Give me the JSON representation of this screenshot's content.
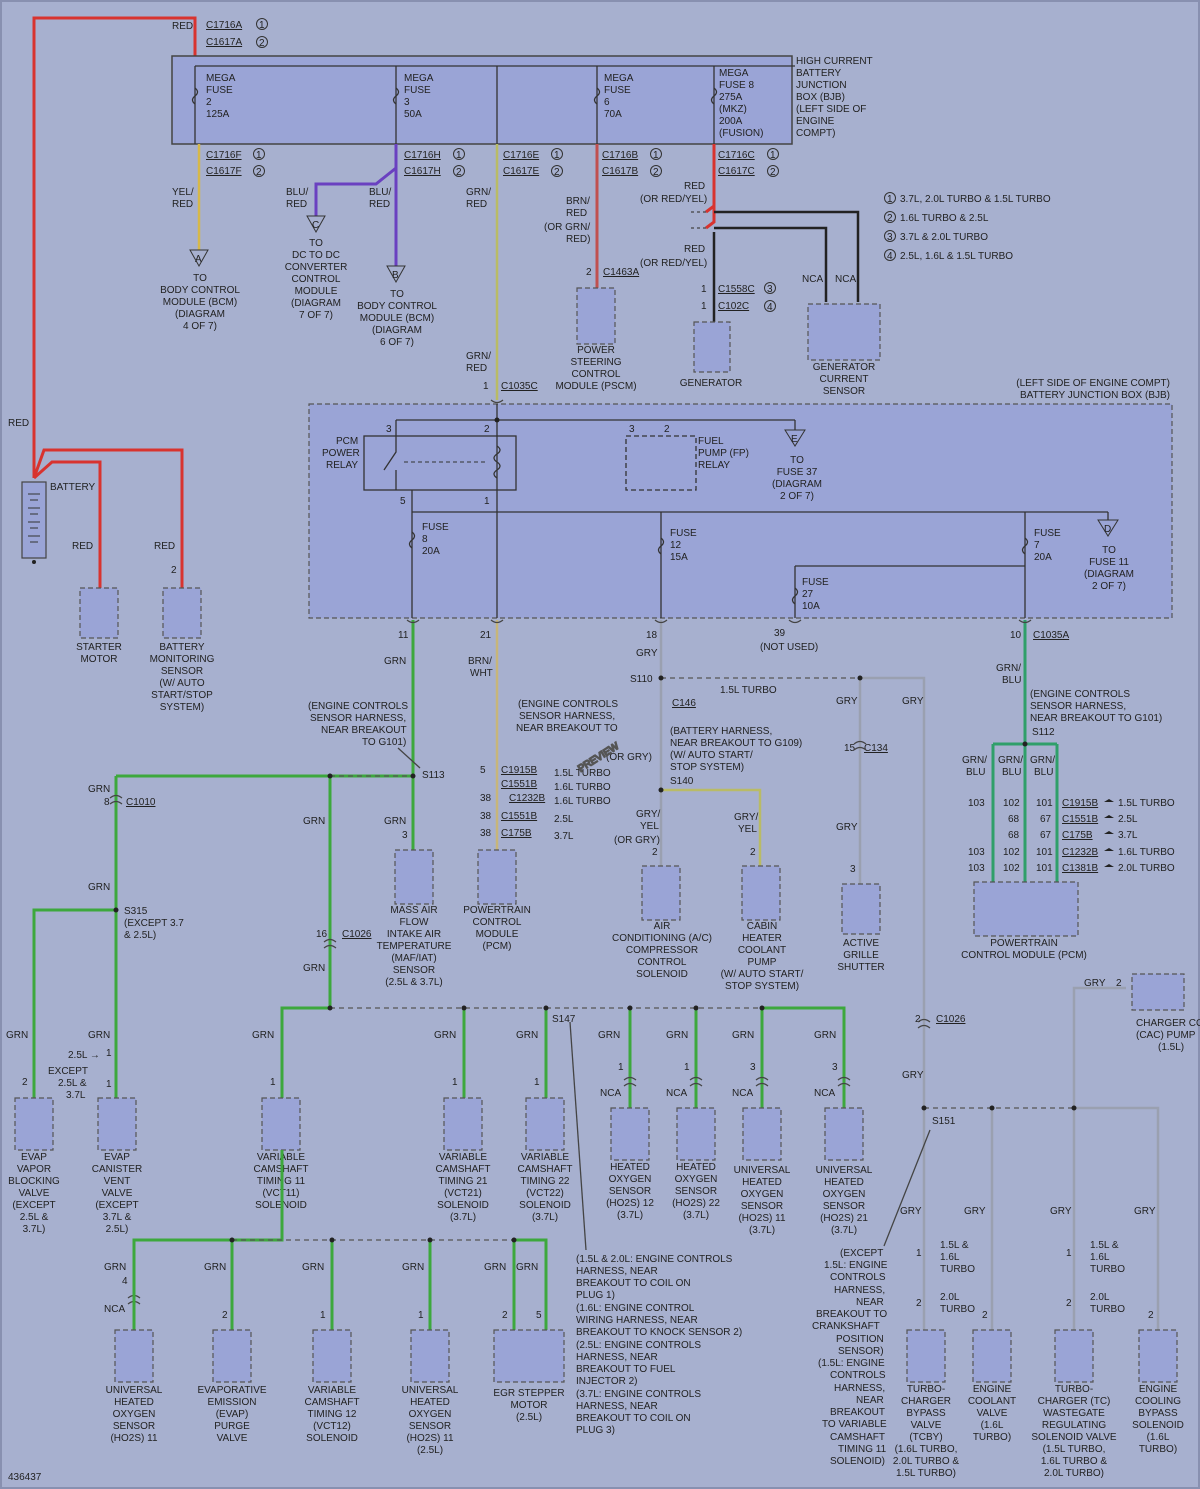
{
  "top": {
    "wire_red": "RED",
    "c1": "C1716A",
    "c2": "C1617A",
    "n1": "1",
    "n2": "2"
  },
  "bjb": {
    "title": [
      "HIGH CURRENT",
      "BATTERY",
      "JUNCTION",
      "BOX (BJB)",
      "(LEFT SIDE OF",
      "ENGINE",
      "COMPT)"
    ],
    "fuses": [
      {
        "lines": [
          "MEGA",
          "FUSE",
          "2",
          "125A"
        ],
        "c1": "C1716F",
        "c2": "C1617F",
        "wire": [
          "YEL/",
          "RED"
        ]
      },
      {
        "lines": [
          "MEGA",
          "FUSE",
          "3",
          "50A"
        ],
        "c1": "C1716H",
        "c2": "C1617H"
      },
      {
        "c1": "C1716E",
        "c2": "C1617E",
        "wire": [
          "GRN/",
          "RED"
        ]
      },
      {
        "lines": [
          "MEGA",
          "FUSE",
          "6",
          "70A"
        ],
        "c1": "C1716B",
        "c2": "C1617B"
      },
      {
        "lines": [
          "MEGA",
          "FUSE 8",
          "275A",
          "(MKZ)",
          "200A",
          "(FUSION)"
        ],
        "c1": "C1716C",
        "c2": "C1617C"
      }
    ]
  },
  "legend": [
    {
      "n": "1",
      "t": "3.7L, 2.0L TURBO & 1.5L TURBO"
    },
    {
      "n": "2",
      "t": "1.6L TURBO & 2.5L"
    },
    {
      "n": "3",
      "t": "3.7L & 2.0L TURBO"
    },
    {
      "n": "4",
      "t": "2.5L, 1.6L & 1.5L TURBO"
    }
  ],
  "upper": {
    "bcm4": [
      "TO",
      "BODY CONTROL",
      "MODULE (BCM)",
      "(DIAGRAM",
      "4 OF 7)"
    ],
    "dcdc": [
      "TO",
      "DC TO DC",
      "CONVERTER",
      "CONTROL",
      "MODULE",
      "(DIAGRAM",
      "7 OF 7)"
    ],
    "bcm6": [
      "TO",
      "BODY CONTROL",
      "MODULE (BCM)",
      "(DIAGRAM",
      "6 OF 7)"
    ],
    "blured1": [
      "BLU/",
      "RED"
    ],
    "blured2": [
      "BLU/",
      "RED"
    ],
    "flagA": "A",
    "flagB": "B",
    "flagC": "C",
    "pscm_wire": [
      "BRN/",
      "RED",
      "(OR GRN/",
      "RED)"
    ],
    "pscm_pin": "2",
    "pscm_c": "C1463A",
    "pscm": [
      "POWER",
      "STEERING",
      "CONTROL",
      "MODULE (PSCM)"
    ],
    "gen_wire1": [
      "RED",
      "(OR RED/YEL)"
    ],
    "gen_wire2": [
      "RED",
      "(OR RED/YEL)"
    ],
    "gen_pin1": "1",
    "gen_pin2": "1",
    "gen_c1": "C1558C",
    "gen_c2": "C102C",
    "gen_n1": "3",
    "gen_n2": "4",
    "generator": "GENERATOR",
    "nca1": "NCA",
    "nca2": "NCA",
    "gcs": [
      "GENERATOR",
      "CURRENT",
      "SENSOR"
    ],
    "grnred2": [
      "GRN/",
      "RED"
    ],
    "c1035_pin": "1",
    "c1035": "C1035C"
  },
  "ebjb": {
    "title": [
      "(LEFT SIDE OF ENGINE COMPT)",
      "BATTERY JUNCTION BOX (BJB)"
    ],
    "pcm_relay": [
      "PCM",
      "POWER",
      "RELAY"
    ],
    "fp_relay": [
      "FUEL",
      "PUMP (FP)",
      "RELAY"
    ],
    "flagE": "E",
    "toE": [
      "TO",
      "FUSE 37",
      "(DIAGRAM",
      "2 OF 7)"
    ],
    "flagD": "D",
    "toD": [
      "TO",
      "FUSE 11",
      "(DIAGRAM",
      "2 OF 7)"
    ],
    "f8": [
      "FUSE",
      "8",
      "20A"
    ],
    "f12": [
      "FUSE",
      "12",
      "15A"
    ],
    "f7": [
      "FUSE",
      "7",
      "20A"
    ],
    "f27": [
      "FUSE",
      "27",
      "10A"
    ],
    "pins": [
      "3",
      "2",
      "5",
      "1",
      "3",
      "2"
    ],
    "out_pins": [
      "11",
      "21",
      "18",
      "39",
      "10"
    ],
    "notused": "(NOT USED)",
    "c1035a": "C1035A"
  },
  "battery": {
    "label": "BATTERY",
    "red": "RED",
    "red2": "RED",
    "red3": "RED",
    "pin": "2",
    "starter": [
      "STARTER",
      "MOTOR"
    ],
    "bms": [
      "BATTERY",
      "MONITORING",
      "SENSOR",
      "(W/ AUTO",
      "START/STOP",
      "SYSTEM)"
    ]
  },
  "mid": {
    "grn": "GRN",
    "brnwht": [
      "BRN/",
      "WHT"
    ],
    "gry": "GRY",
    "harness1": [
      "(ENGINE CONTROLS",
      "SENSOR HARNESS,",
      "NEAR BREAKOUT",
      "TO G101)"
    ],
    "harness2": [
      "(ENGINE CONTROLS",
      "SENSOR HARNESS,",
      "NEAR BREAKOUT TO"
    ],
    "battharn": [
      "(BATTERY HARNESS,",
      "NEAR BREAKOUT TO G109)",
      "(W/ AUTO START/",
      "STOP SYSTEM)"
    ],
    "s110": "S110",
    "s113": "S113",
    "s140": "S140",
    "s112": "S112",
    "s315": "S315",
    "s147": "S147",
    "s151": "S151",
    "s315note": [
      "(EXCEPT 3.7",
      "& 2.5L)"
    ],
    "c1010": "C1010",
    "c1026": "C1026",
    "c134": "C134",
    "c146": "C146",
    "pcm_rows": [
      {
        "p": "5",
        "c": "C1915B",
        "n": "1.5L TURBO"
      },
      {
        "p": "",
        "c": "C1551B",
        "n": "1.6L TURBO"
      },
      {
        "p": "38",
        "c": "C1232B",
        "n": "1.6L TURBO"
      },
      {
        "p": "38",
        "c": "C1551B",
        "n": "2.5L"
      },
      {
        "p": "38",
        "c": "C175B",
        "n": "3.7L"
      }
    ],
    "turbo15": "1.5L TURBO",
    "orgry": "(OR GRY)",
    "mafpin": "3",
    "maf": [
      "MASS AIR",
      "FLOW",
      "INTAKE AIR",
      "TEMPERATURE",
      "(MAF/IAT)",
      "SENSOR",
      "(2.5L & 3.7L)"
    ],
    "pcm1": [
      "POWERTRAIN",
      "CONTROL",
      "MODULE",
      "(PCM)"
    ],
    "gryyel": [
      "GRY/",
      "YEL",
      "(OR GRY)"
    ],
    "gryyel2": [
      "GRY/",
      "YEL"
    ],
    "ac": [
      "AIR",
      "CONDITIONING (A/C)",
      "COMPRESSOR",
      "CONTROL",
      "SOLENOID"
    ],
    "chcp": [
      "CABIN",
      "HEATER",
      "COOLANT",
      "PUMP",
      "(W/ AUTO START/",
      "STOP SYSTEM)"
    ],
    "agspin": "3",
    "agspin2": "15",
    "ags": [
      "ACTIVE",
      "GRILLE",
      "SHUTTER"
    ],
    "pin2a": "2",
    "pin2b": "2",
    "pcm2_harn": [
      "(ENGINE CONTROLS",
      "SENSOR HARNESS,",
      "NEAR BREAKOUT TO G101)"
    ],
    "grnblu": [
      "GRN/",
      "BLU"
    ],
    "pcm2_rows": [
      {
        "a": "103",
        "b": "102",
        "c": "101",
        "con": "C1915B",
        "n": "1.5L TURBO"
      },
      {
        "a": "68",
        "b": "67",
        "c": "",
        "con": "C1551B",
        "n": "2.5L"
      },
      {
        "a": "68",
        "b": "67",
        "c": "",
        "con": "C175B",
        "n": "3.7L"
      },
      {
        "a": "103",
        "b": "102",
        "c": "101",
        "con": "C1232B",
        "n": "1.6L TURBO"
      },
      {
        "a": "103",
        "b": "102",
        "c": "101",
        "con": "C1381B",
        "n": "2.0L TURBO"
      }
    ],
    "pcm2": [
      "POWERTRAIN",
      "CONTROL MODULE (PCM)"
    ],
    "p8": "8",
    "p16": "16",
    "p1": "1",
    "p2": "2"
  },
  "lower1": [
    {
      "pin": "2",
      "lines": [
        "EVAP",
        "VAPOR",
        "BLOCKING",
        "VALVE",
        "(EXCEPT",
        "2.5L &",
        "3.7L)"
      ]
    },
    {
      "pin": "1",
      "lines": [
        "EVAP",
        "CANISTER",
        "VENT",
        "VALVE",
        "(EXCEPT",
        "3.7L &",
        "2.5L)"
      ],
      "note": [
        "2.5L →",
        "EXCEPT",
        "2.5L &",
        "3.7L"
      ]
    },
    {
      "pin": "1",
      "lines": [
        "VARIABLE",
        "CAMSHAFT",
        "TIMING 11",
        "(VCT11)",
        "SOLENOID"
      ]
    },
    {
      "pin": "1",
      "lines": [
        "VARIABLE",
        "CAMSHAFT",
        "TIMING 21",
        "(VCT21)",
        "SOLENOID",
        "(3.7L)"
      ]
    },
    {
      "pin": "1",
      "lines": [
        "VARIABLE",
        "CAMSHAFT",
        "TIMING 22",
        "(VCT22)",
        "SOLENOID",
        "(3.7L)"
      ]
    },
    {
      "pin": "1",
      "lines": [
        "HEATED",
        "OXYGEN",
        "SENSOR",
        "(HO2S) 12",
        "(3.7L)"
      ]
    },
    {
      "pin": "1",
      "lines": [
        "HEATED",
        "OXYGEN",
        "SENSOR",
        "(HO2S) 22",
        "(3.7L)"
      ]
    },
    {
      "pin": "3",
      "lines": [
        "UNIVERSAL",
        "HEATED",
        "OXYGEN",
        "SENSOR",
        "(HO2S) 11",
        "(3.7L)"
      ]
    },
    {
      "pin": "3",
      "lines": [
        "UNIVERSAL",
        "HEATED",
        "OXYGEN",
        "SENSOR",
        "(HO2S) 21",
        "(3.7L)"
      ]
    }
  ],
  "lower2": [
    {
      "pin": "4",
      "lines": [
        "UNIVERSAL",
        "HEATED",
        "OXYGEN",
        "SENSOR",
        "(HO2S) 11"
      ]
    },
    {
      "pin": "2",
      "lines": [
        "EVAPORATIVE",
        "EMISSION",
        "(EVAP)",
        "PURGE",
        "VALVE"
      ]
    },
    {
      "pin": "1",
      "lines": [
        "VARIABLE",
        "CAMSHAFT",
        "TIMING 12",
        "(VCT12)",
        "SOLENOID"
      ]
    },
    {
      "pin": "1",
      "lines": [
        "UNIVERSAL",
        "HEATED",
        "OXYGEN",
        "SENSOR",
        "(HO2S) 11",
        "(2.5L)"
      ]
    },
    {
      "pin": "2",
      "lines": [
        "EGR STEPPER",
        "MOTOR",
        "(2.5L)"
      ]
    }
  ],
  "s147note": [
    "(1.5L & 2.0L: ENGINE CONTROLS",
    "HARNESS, NEAR",
    "BREAKOUT TO COIL ON",
    "PLUG 1)",
    "(1.6L: ENGINE CONTROL",
    "WIRING HARNESS, NEAR",
    "BREAKOUT TO KNOCK SENSOR 2)",
    "(2.5L: ENGINE CONTROLS",
    "HARNESS, NEAR",
    "BREAKOUT TO FUEL",
    "INJECTOR 2)",
    "(3.7L: ENGINE CONTROLS",
    "HARNESS, NEAR",
    "BREAKOUT TO COIL ON",
    "PLUG 3)"
  ],
  "s151note": [
    "(EXCEPT",
    "1.5L: ENGINE",
    "CONTROLS",
    "HARNESS,",
    "NEAR",
    "BREAKOUT TO",
    "CRANKSHAFT",
    "POSITION",
    "SENSOR)",
    "(1.5L: ENGINE",
    "CONTROLS",
    "HARNESS,",
    "NEAR",
    "BREAKOUT",
    "TO VARIABLE",
    "CAMSHAFT",
    "TIMING 11",
    "SOLENOID)"
  ],
  "cac": {
    "pin": "2",
    "gry": "GRY",
    "lines": [
      "CHARGER COOLER",
      "(CAC) PUMP",
      "(1.5L)"
    ]
  },
  "right_lower": [
    {
      "pins": [
        "1",
        "2"
      ],
      "n": [
        "1.5L &",
        "1.6L",
        "TURBO",
        "2.0L",
        "TURBO"
      ],
      "lines": [
        "TURBO-",
        "CHARGER",
        "BYPASS",
        "VALVE",
        "(TCBY)",
        "(1.6L TURBO,",
        "2.0L TURBO &",
        "1.5L TURBO)"
      ]
    },
    {
      "pins": [
        "2"
      ],
      "lines": [
        "ENGINE",
        "COOLANT",
        "VALVE",
        "(1.6L",
        "TURBO)"
      ]
    },
    {
      "pins": [
        "1",
        "2"
      ],
      "n": [
        "1.5L &",
        "1.6L",
        "TURBO",
        "2.0L",
        "TURBO"
      ],
      "lines": [
        "TURBO-",
        "CHARGER (TC)",
        "WASTEGATE",
        "REGULATING",
        "SOLENOID VALVE",
        "(1.5L TURBO,",
        "1.6L TURBO &",
        "2.0L TURBO)"
      ]
    },
    {
      "pins": [
        "2"
      ],
      "lines": [
        "ENGINE",
        "COOLING",
        "BYPASS",
        "SOLENOID",
        "(1.6L",
        "TURBO)"
      ]
    }
  ],
  "grn": "GRN",
  "gry": "GRY",
  "nca": "NCA",
  "watermark": "PREVIEW",
  "figure_id": "436437"
}
